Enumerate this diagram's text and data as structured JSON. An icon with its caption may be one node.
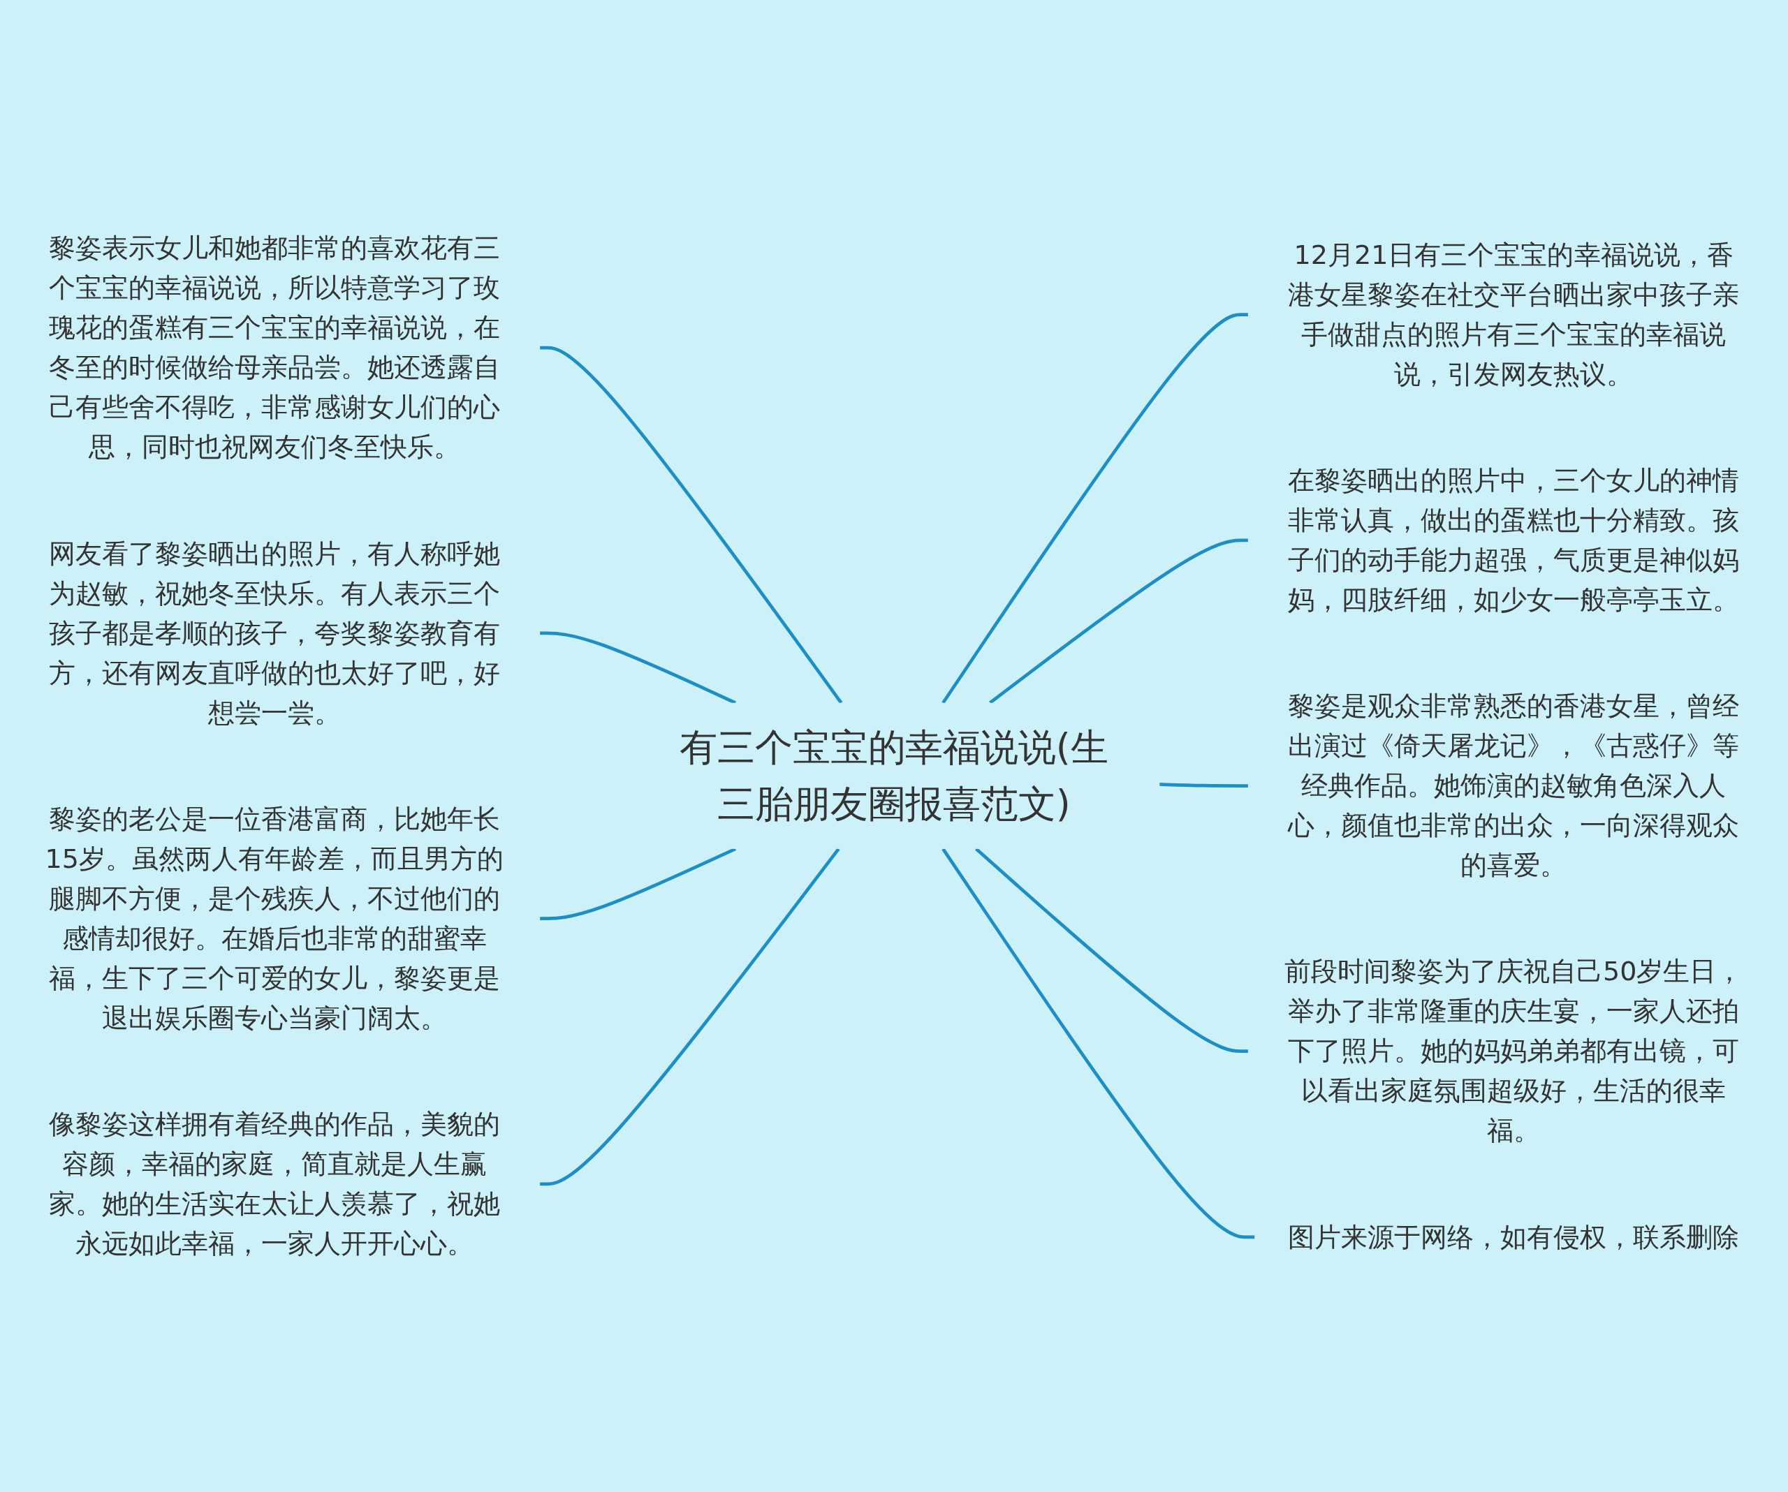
{
  "diagram": {
    "nodes": [
      {
        "text": [
          "有三个宝宝的幸福说说(生三胎朋友圈报喜范文)"
        ]
      },
      {
        "text": [
          "黎姿表示女儿和她都非常的喜欢花有三个宝宝的幸福说说，所以特意学习了玫瑰花的蛋糕有三个宝宝的幸福说说，在冬至的时候做给母亲品尝。她还透露自己有些舍不得吃，非常感谢女儿们的心思，同时也祝网友们冬至快乐。"
        ]
      },
      {
        "text": [
          "网友看了黎姿晒出的照片，有人称呼她为赵敏，祝她冬至快乐。有人表示三个孩子都是孝顺的孩子，夸奖黎姿教育有方，还有网友直呼做的也太好了吧，好想尝一尝。"
        ]
      },
      {
        "text": [
          "黎姿的老公是一位香港富商，比她年长15岁。虽然两人有年龄差，而且男方的腿脚不方便，是个残疾人，不过他们的感情却很好。在婚后也非常的甜蜜幸福，生下了三个可爱的女儿，黎姿更是退出娱乐圈专心当豪门阔太。"
        ]
      },
      {
        "text": [
          "像黎姿这样拥有着经典的作品，美貌的容颜，幸福的家庭，简直就是人生赢家。她的生活实在太让人羡慕了，祝她永远如此幸福，一家人开开心心。"
        ]
      },
      {
        "text": [
          "12月21日有三个宝宝的幸福说说，香港女星黎姿在社交平台晒出家中孩子亲手做甜点的照片有三个宝宝的幸福说说，引发网友热议。"
        ]
      },
      {
        "text": [
          "在黎姿晒出的照片中，三个女儿的神情非常认真，做出的蛋糕也十分精致。孩子们的动手能力超强，气质更是神似妈妈，四肢纤细，如少女一般亭亭玉立。"
        ]
      },
      {
        "text": [
          "黎姿是观众非常熟悉的香港女星，曾经出演过《倚天屠龙记》，《古惑仔》等经典作品。她饰演的赵敏角色深入人心，颜值也非常的出众，一向深得观众的喜爱。"
        ]
      },
      {
        "text": [
          "前段时间黎姿为了庆祝自己50岁生日，举办了非常隆重的庆生宴，一家人还拍下了照片。她的妈妈弟弟都有出镜，可以看出家庭氛围超级好，生活的很幸福。"
        ]
      },
      {
        "text": [
          "图片来源于网络，如有侵权，联系删除"
        ]
      }
    ],
    "edges": [
      {
        "from": 0,
        "to": 1,
        "arrow": "none"
      },
      {
        "from": 0,
        "to": 2,
        "arrow": "none"
      },
      {
        "from": 0,
        "to": 3,
        "arrow": "none"
      },
      {
        "from": 0,
        "to": 4,
        "arrow": "none"
      },
      {
        "from": 0,
        "to": 5,
        "arrow": "none"
      },
      {
        "from": 0,
        "to": 6,
        "arrow": "none"
      },
      {
        "from": 0,
        "to": 7,
        "arrow": "none"
      },
      {
        "from": 0,
        "to": 8,
        "arrow": "none"
      },
      {
        "from": 0,
        "to": 9,
        "arrow": "none"
      }
    ]
  }
}
